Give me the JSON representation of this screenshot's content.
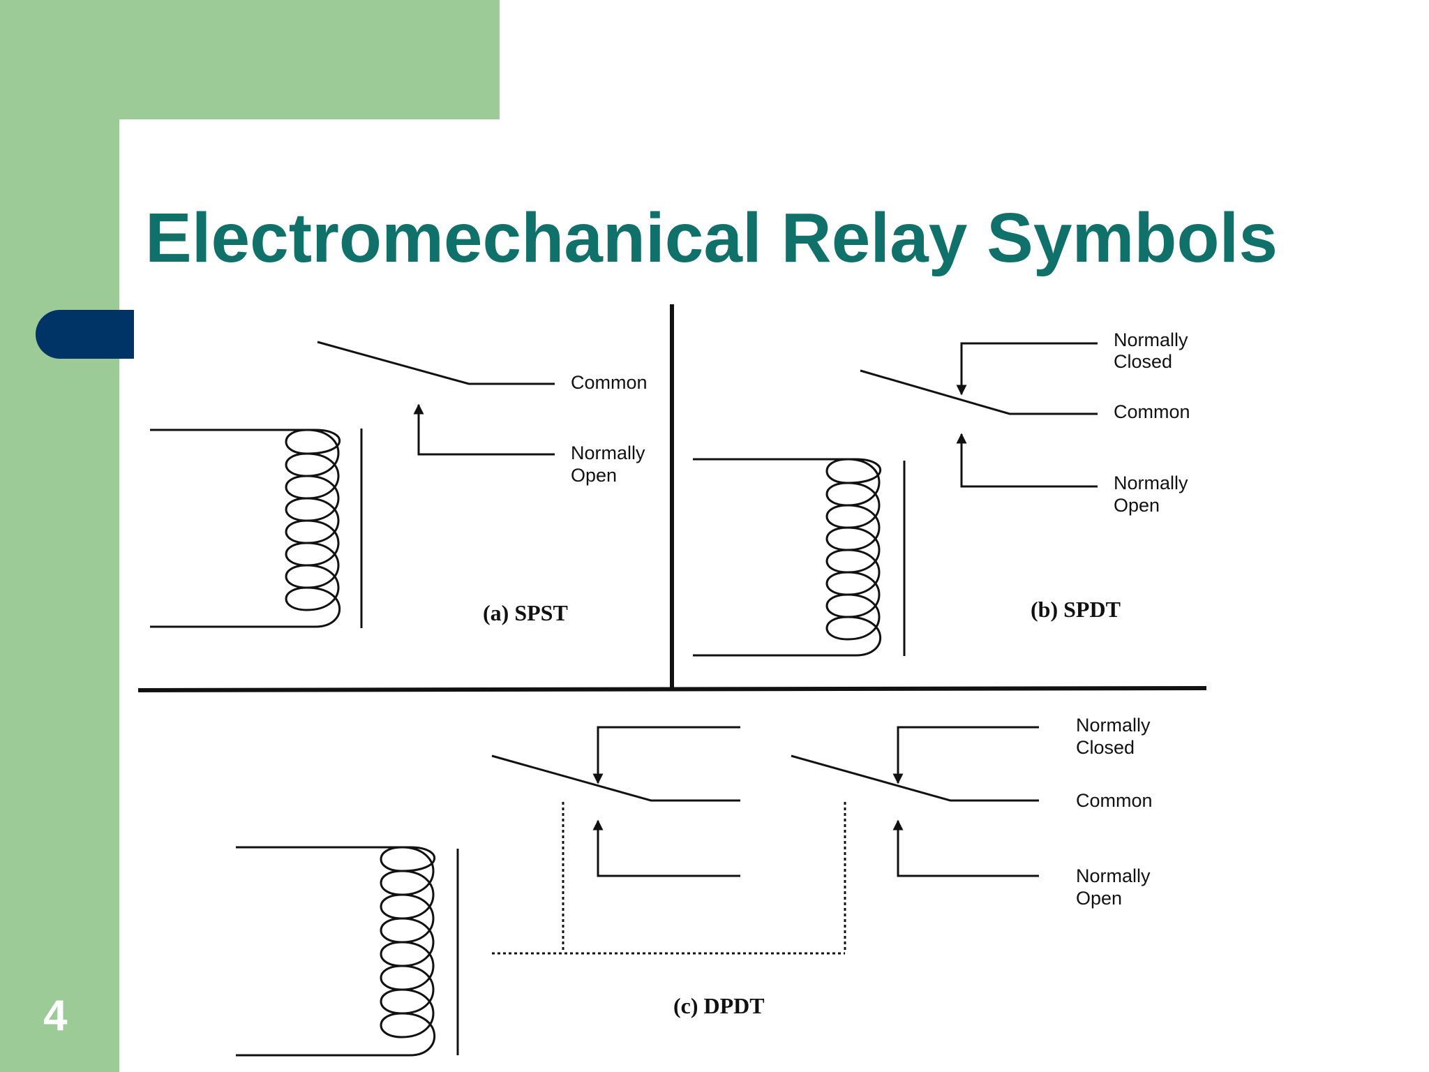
{
  "slide": {
    "title": "Electromechanical Relay Symbols",
    "number": "4"
  },
  "colors": {
    "accent_green": "#9ccb98",
    "navy_tab": "#003466",
    "title_teal": "#10706a"
  },
  "diagram": {
    "spst": {
      "caption": "(a) SPST",
      "common": "Common",
      "no_line1": "Normally",
      "no_line2": "Open"
    },
    "spdt": {
      "caption": "(b) SPDT",
      "nc_line1": "Normally",
      "nc_line2": "Closed",
      "common": "Common",
      "no_line1": "Normally",
      "no_line2": "Open"
    },
    "dpdt": {
      "caption": "(c) DPDT",
      "nc_line1": "Normally",
      "nc_line2": "Closed",
      "common": "Common",
      "no_line1": "Normally",
      "no_line2": "Open"
    }
  }
}
